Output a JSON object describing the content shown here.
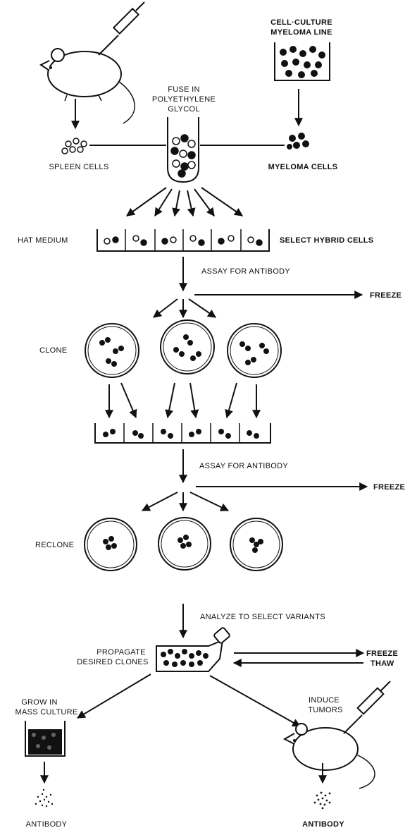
{
  "labels": {
    "cell_culture_line1": "CELL·CULTURE",
    "cell_culture_line2": "MYELOMA LINE",
    "fuse_line1": "FUSE IN",
    "fuse_line2": "POLYETHYLENE",
    "fuse_line3": "GLYCOL",
    "spleen_cells": "SPLEEN CELLS",
    "myeloma_cells": "MYELOMA CELLS",
    "hat_medium": "HAT MEDIUM",
    "select_hybrid": "SELECT HYBRID CELLS",
    "assay_1": "ASSAY FOR ANTIBODY",
    "freeze_1": "FREEZE",
    "clone": "CLONE",
    "assay_2": "ASSAY FOR ANTIBODY",
    "freeze_2": "FREEZE",
    "reclone": "RECLONE",
    "analyze": "ANALYZE TO SELECT VARIANTS",
    "propagate_line1": "PROPAGATE",
    "propagate_line2": "DESIRED CLONES",
    "freeze_3": "FREEZE",
    "thaw": "THAW",
    "grow_line1": "GROW IN",
    "grow_line2": "MASS CULTURE",
    "induce_line1": "INDUCE",
    "induce_line2": "TUMORS",
    "antibody_left": "ANTIBODY",
    "antibody_right": "ANTIBODY"
  }
}
